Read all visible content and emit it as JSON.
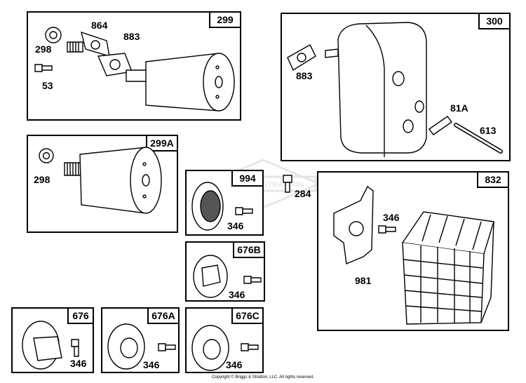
{
  "panels": {
    "p299": {
      "tag": "299",
      "labels": {
        "a": "298",
        "b": "864",
        "c": "883",
        "d": "53"
      }
    },
    "p300": {
      "tag": "300",
      "labels": {
        "a": "883",
        "b": "81A",
        "c": "613"
      }
    },
    "p299A": {
      "tag": "299A",
      "labels": {
        "a": "298"
      }
    },
    "p994": {
      "tag": "994",
      "labels": {
        "a": "346"
      }
    },
    "p832": {
      "tag": "832",
      "labels": {
        "a": "346",
        "b": "981"
      }
    },
    "p676B": {
      "tag": "676B",
      "labels": {
        "a": "346"
      }
    },
    "p676": {
      "tag": "676",
      "labels": {
        "a": "346"
      }
    },
    "p676A": {
      "tag": "676A",
      "labels": {
        "a": "346"
      }
    },
    "p676C": {
      "tag": "676C",
      "labels": {
        "a": "346"
      }
    }
  },
  "loose_labels": {
    "l284": "284"
  },
  "watermark_text": "BRIGGS & STRATTON",
  "copyright": "Copyright © Briggs & Stratton, LLC. All rights reserved."
}
